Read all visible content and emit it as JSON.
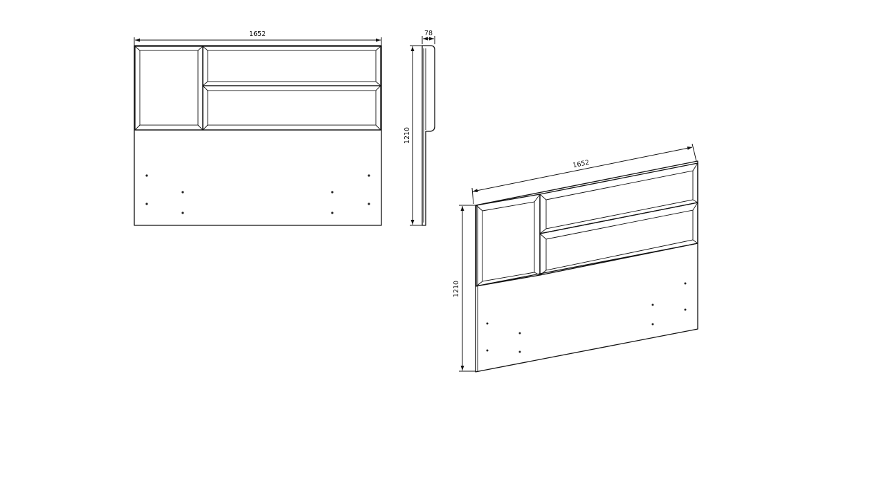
{
  "front_view": {
    "width_label": "1652"
  },
  "side_view": {
    "height_label": "1210",
    "depth_label": "78"
  },
  "perspective_view": {
    "width_label": "1652",
    "height_label": "1210"
  }
}
